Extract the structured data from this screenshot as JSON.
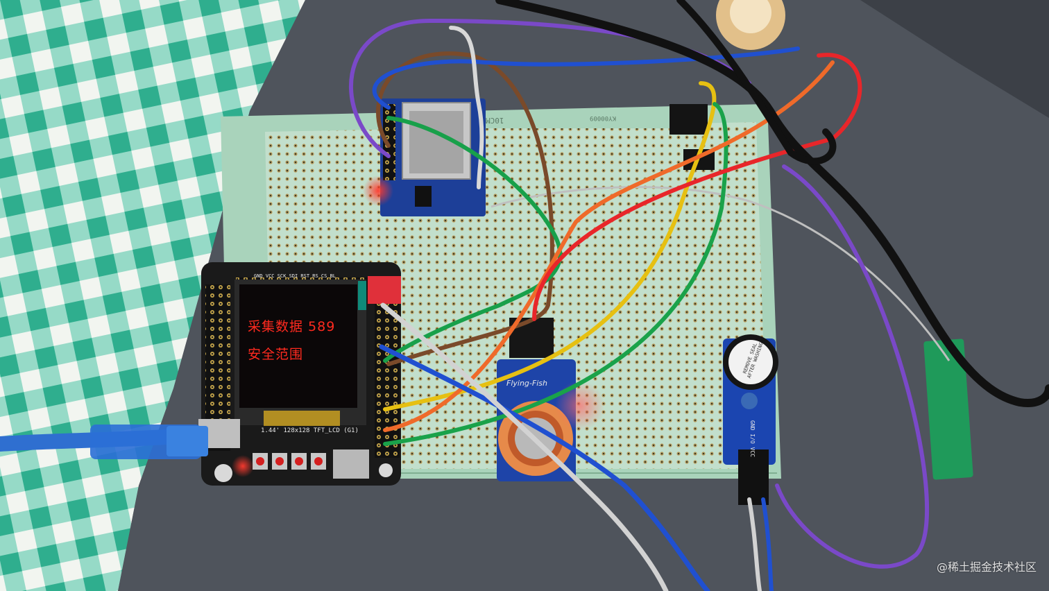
{
  "lcd": {
    "line1": "采集数据 589",
    "line2": "安全范围"
  },
  "module_labels": {
    "flying_fish": "Flying-Fish",
    "lcd_model": "1.44' 128x128 TFT_LCD (G1)",
    "board_header": "GND VCC SCK SDI RST RS CS BL",
    "breadboard_size": "10CM",
    "breadboard_code": "KY00009",
    "buzzer_sticker": "REMOVE SEAL AFTER WASHING",
    "buzzer_pins": "GND I/O VCC"
  },
  "watermark": "@稀土掘金技术社区",
  "colors": {
    "tablecloth_green": "#3fbf9f",
    "breadboard": "#b7d9c4",
    "dev_board": "#1a1a1a",
    "sensor_pcb": "#1f3f9a",
    "lcd_text": "#ff2a1f"
  }
}
